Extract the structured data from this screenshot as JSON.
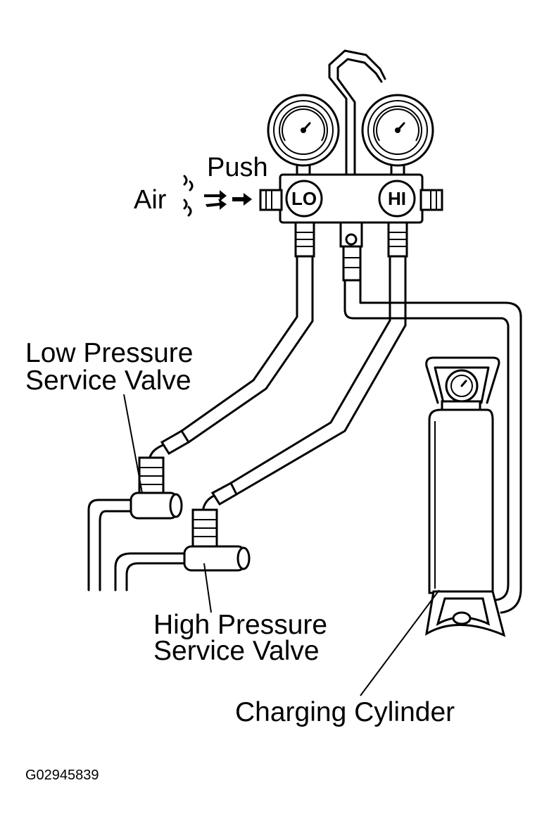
{
  "labels": {
    "push": "Push",
    "air": "Air",
    "low_valve_line1": "Low Pressure",
    "low_valve_line2": "Service Valve",
    "high_valve_line1": "High Pressure",
    "high_valve_line2": "Service Valve",
    "charging_cylinder": "Charging Cylinder",
    "figure_code": "G02945839"
  },
  "manifold": {
    "lo_label": "LO",
    "hi_label": "HI"
  }
}
